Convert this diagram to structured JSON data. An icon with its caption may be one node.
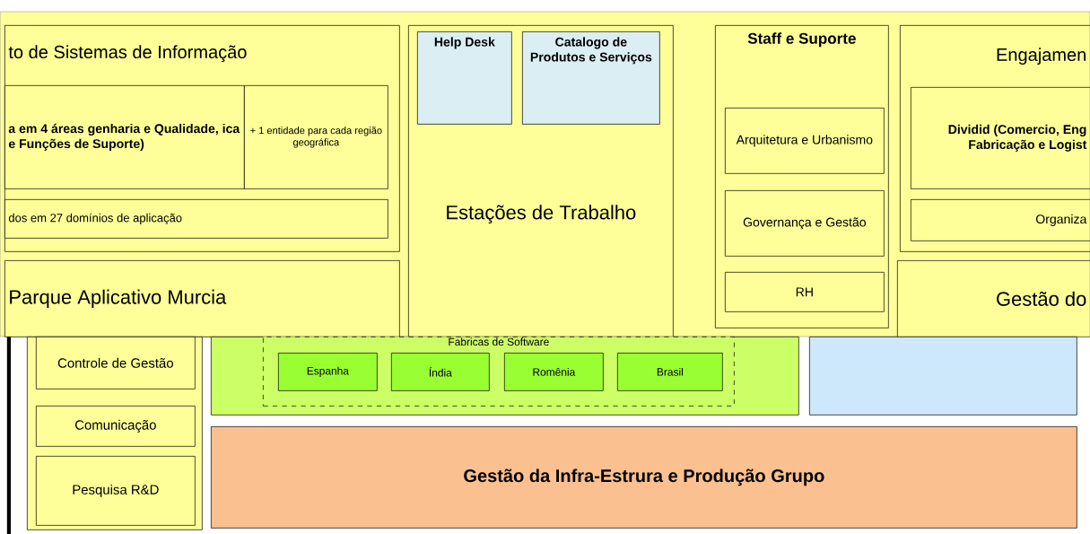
{
  "diagram": {
    "nodes": [
      {
        "text": [
          "to de Sistemas de Informação"
        ]
      },
      {
        "text": [
          "a em 4 áreas genharia e Qualidade, ica e Funções de Suporte)"
        ],
        "in": 0
      },
      {
        "text": [
          "+ 1 entidade para cada região geográfica"
        ],
        "in": 0
      },
      {
        "text": [
          "dos em 27 domínios de aplicação"
        ],
        "in": 0
      },
      {
        "text": [
          "Parque Aplicativo Murcia"
        ]
      },
      {
        "text": [
          "Estações de Trabalho"
        ]
      },
      {
        "text": [
          "Help Desk"
        ],
        "in": 5
      },
      {
        "text": [
          "Catalogo de Produtos e Serviços"
        ],
        "in": 5
      },
      {
        "text": [
          "Staff e Suporte"
        ]
      },
      {
        "text": [
          "Arquitetura e Urbanismo"
        ],
        "in": 8
      },
      {
        "text": [
          "Governança e Gestão"
        ],
        "in": 8
      },
      {
        "text": [
          "RH"
        ],
        "in": 8
      },
      {
        "text": [
          "Engajamen"
        ]
      },
      {
        "text": [
          "Dividid (Comercio, Eng Fabricação e Logist"
        ],
        "in": 12
      },
      {
        "text": [
          "Organiza"
        ],
        "in": 12
      },
      {
        "text": [
          "Gestão do"
        ]
      },
      {
        "text": [],
        "shape": "box"
      },
      {
        "text": [
          "Controle de Gestão"
        ],
        "in": 16
      },
      {
        "text": [
          "Comunicação"
        ],
        "in": 16
      },
      {
        "text": [
          "Pesquisa R&D"
        ],
        "in": 16
      },
      {
        "text": [],
        "shape": "box"
      },
      {
        "text": [
          "Fabricas de Software"
        ],
        "in": 20
      },
      {
        "text": [
          "Espanha"
        ],
        "in": 21
      },
      {
        "text": [
          "Índia"
        ],
        "in": 21
      },
      {
        "text": [
          "Romênia"
        ],
        "in": 21
      },
      {
        "text": [
          "Brasil"
        ],
        "in": 21
      },
      {
        "text": [],
        "shape": "box"
      },
      {
        "text": [
          "Gestão da Infra-Estrura e Produção Grupo"
        ]
      }
    ]
  }
}
